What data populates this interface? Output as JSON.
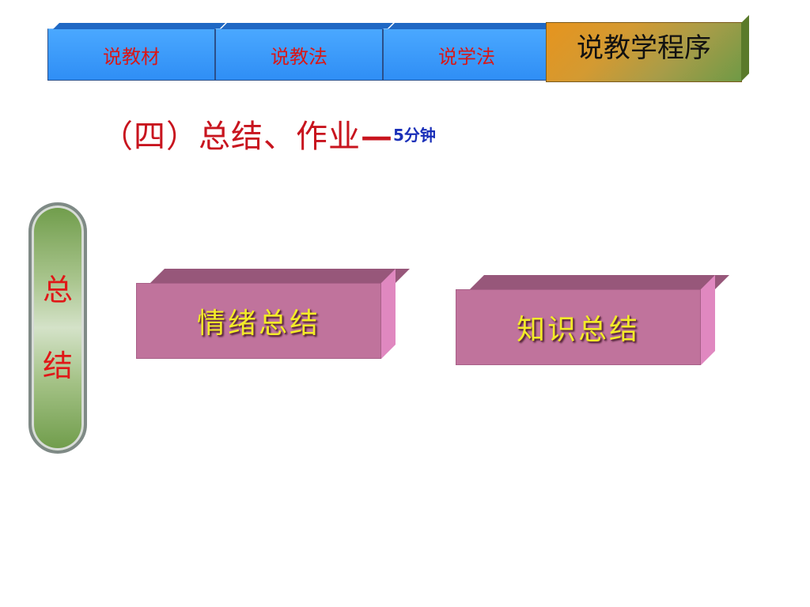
{
  "nav": {
    "tabs": [
      {
        "label": "说教材"
      },
      {
        "label": "说教法"
      },
      {
        "label": "说学法"
      },
      {
        "label": "说教学程序"
      }
    ]
  },
  "heading": {
    "text": "（四）总结、作业",
    "dash": "—",
    "duration": "5分钟"
  },
  "capsule": {
    "chars": [
      "总",
      "结"
    ]
  },
  "boxes": [
    {
      "label": "情绪总结"
    },
    {
      "label": "知识总结"
    }
  ],
  "colors": {
    "tab_blue": "#3a9cf8",
    "tab_text": "#d81818",
    "heading": "#c8141e",
    "duration": "#1a2fb8",
    "box_face": "#c0739c",
    "box_text": "#f2ec28"
  }
}
